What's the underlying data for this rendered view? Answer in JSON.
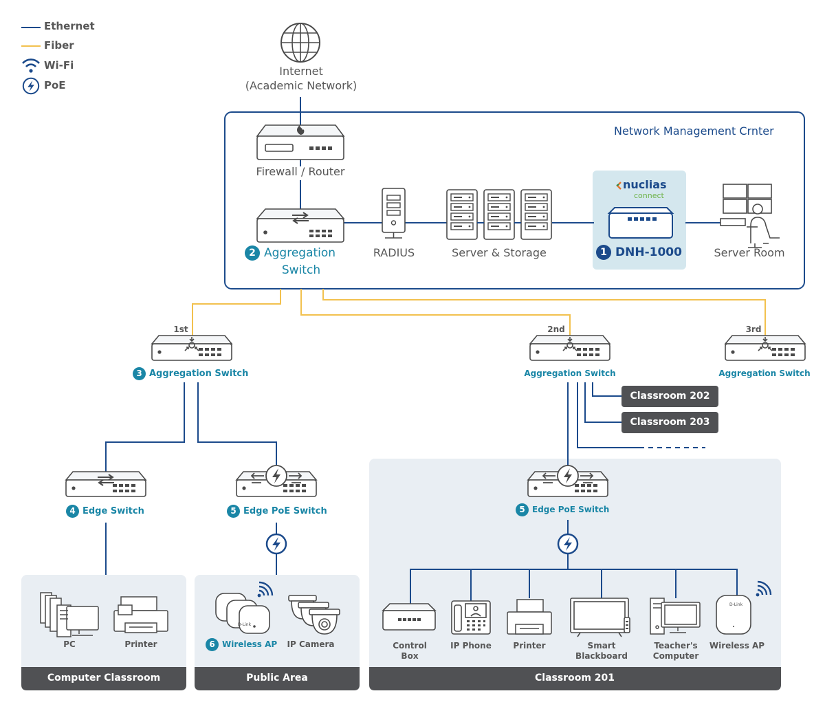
{
  "legend": {
    "ethernet": "Ethernet",
    "fiber": "Fiber",
    "wifi": "Wi-Fi",
    "poe": "PoE"
  },
  "internet": {
    "line1": "Internet",
    "line2": "(Academic Network)"
  },
  "nmc": {
    "title": "Network Management Crnter",
    "firewall": "Firewall / Router",
    "agg_num": "2",
    "agg_line1": "Aggregation",
    "agg_line2": "Switch",
    "radius": "RADIUS",
    "server_storage": "Server & Storage",
    "nuclias_brand": "nuclias",
    "nuclias_sub": "connect",
    "dnh_num": "1",
    "dnh": "DNH-1000",
    "server_room": "Server Room"
  },
  "agg": {
    "first_tag": "1st",
    "second_tag": "2nd",
    "third_tag": "3rd",
    "first_num": "3",
    "first_label": "Aggregation Switch",
    "second_label": "Aggregation Switch",
    "third_label": "Aggregation Switch"
  },
  "classrooms": {
    "c202": "Classroom 202",
    "c203": "Classroom 203"
  },
  "edge": {
    "edge_num": "4",
    "edge_label": "Edge Switch",
    "poe_num": "5",
    "poe_label": "Edge PoE Switch",
    "poe2_num": "5",
    "poe2_label": "Edge PoE Switch"
  },
  "computer_classroom": {
    "title": "Computer Classroom",
    "pc": "PC",
    "printer": "Printer"
  },
  "public_area": {
    "title": "Public Area",
    "ap_num": "6",
    "ap": "Wireless AP",
    "camera": "IP Camera",
    "ap_brand": "D-Link"
  },
  "classroom201": {
    "title": "Classroom 201",
    "control_l1": "Control",
    "control_l2": "Box",
    "ipphone": "IP Phone",
    "printer": "Printer",
    "smart_l1": "Smart",
    "smart_l2": "Blackboard",
    "teacher_l1": "Teacher's",
    "teacher_l2": "Computer",
    "ap": "Wireless AP",
    "ap_brand": "D-Link"
  },
  "colors": {
    "ethernet": "#1b4a8b",
    "fiber": "#f2c14e",
    "teal": "#1a86a6",
    "panel": "#e9eef3",
    "dark": "#505154"
  }
}
